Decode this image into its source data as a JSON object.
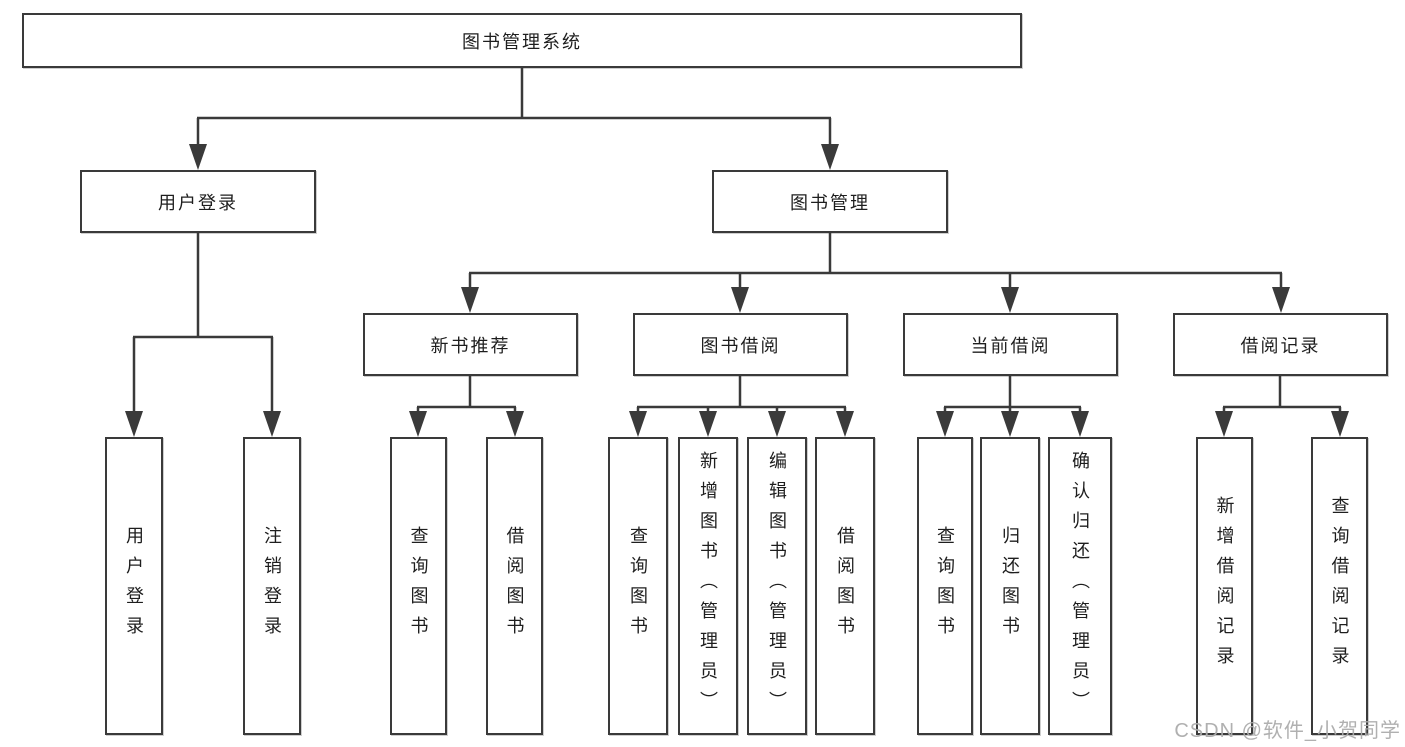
{
  "diagram": {
    "title": "图书管理系统",
    "level2": {
      "user_login": "用户登录",
      "book_mgmt": "图书管理"
    },
    "level3": {
      "new_book": "新书推荐",
      "book_borrow": "图书借阅",
      "current_borrow": "当前借阅",
      "borrow_records": "借阅记录"
    },
    "leaves": {
      "user_login": [
        "用户登录",
        "注销登录"
      ],
      "new_book": [
        "查询图书",
        "借阅图书"
      ],
      "book_borrow": [
        "查询图书",
        "新增图书（管理员）",
        "编辑图书（管理员）",
        "借阅图书"
      ],
      "current_borrow": [
        "查询图书",
        "归还图书",
        "确认归还（管理员）"
      ],
      "borrow_records": [
        "新增借阅记录",
        "查询借阅记录"
      ]
    },
    "watermark": "CSDN @软件_小贺同学",
    "colors": {
      "line": "#3a3a3a",
      "watermark": "#acacac"
    }
  }
}
